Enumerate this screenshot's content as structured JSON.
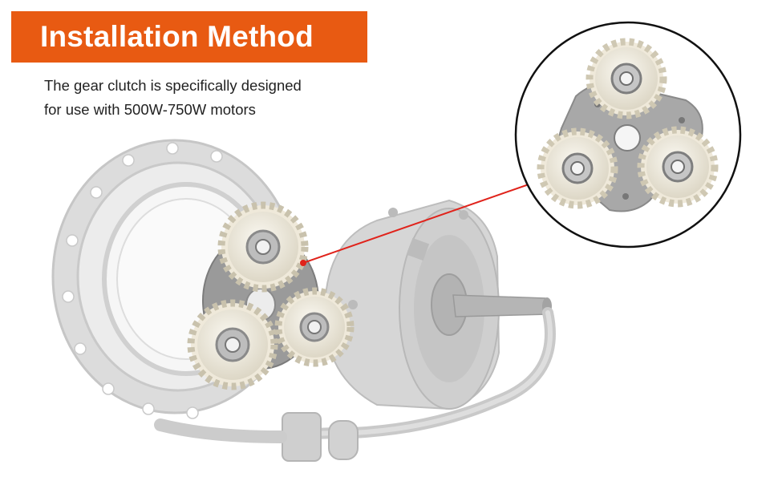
{
  "header": {
    "title": "Installation Method"
  },
  "description": {
    "line1": "The gear clutch is specifically designed",
    "line2": "for use with 500W-750W motors"
  },
  "colors": {
    "banner": "#e85a12",
    "pointer": "#e0231b",
    "gear": "#f0ece0",
    "gear_shade": "#d9d3c2",
    "motor": "#d4d4d4",
    "motor_dark": "#a9a9a9",
    "bearing": "#8c8c8c"
  }
}
